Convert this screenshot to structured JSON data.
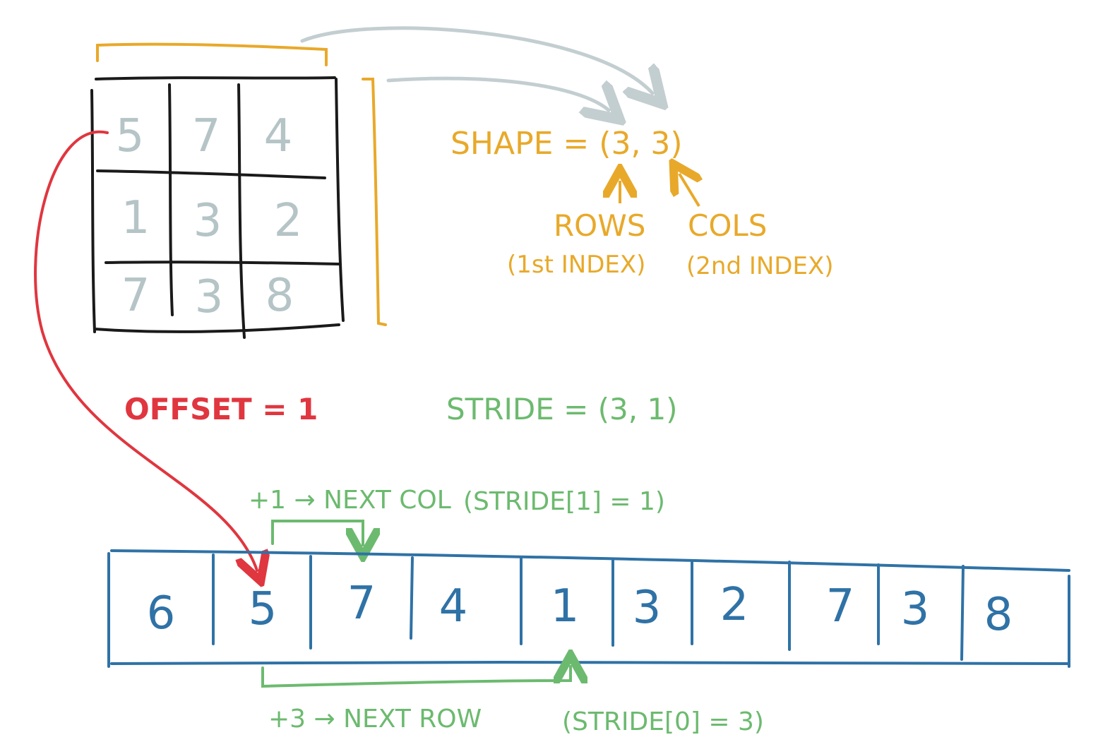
{
  "colors": {
    "ink": "#1a1a1a",
    "grid_digits": "#b5c4c6",
    "shape": "#e8a92a",
    "stride": "#6cba6f",
    "offset": "#e0363f",
    "memory": "#2f72a6",
    "arrow_gray": "#c3ced1"
  },
  "matrix": {
    "rows": [
      [
        "5",
        "7",
        "4"
      ],
      [
        "1",
        "3",
        "2"
      ],
      [
        "7",
        "3",
        "8"
      ]
    ]
  },
  "shape": {
    "label": "SHAPE = (3, 3)",
    "rows_label": "ROWS",
    "rows_note": "(1st INDEX)",
    "cols_label": "COLS",
    "cols_note": "(2nd INDEX)"
  },
  "offset": {
    "label": "OFFSET = 1"
  },
  "stride": {
    "label": "STRIDE = (3, 1)",
    "next_col": "+1 → NEXT COL",
    "next_col_note": "(STRIDE[1] = 1)",
    "next_row": "+3 → NEXT ROW",
    "next_row_note": "(STRIDE[0] = 3)"
  },
  "memory": {
    "cells": [
      "6",
      "5",
      "7",
      "4",
      "1",
      "3",
      "2",
      "7",
      "3",
      "8"
    ]
  }
}
